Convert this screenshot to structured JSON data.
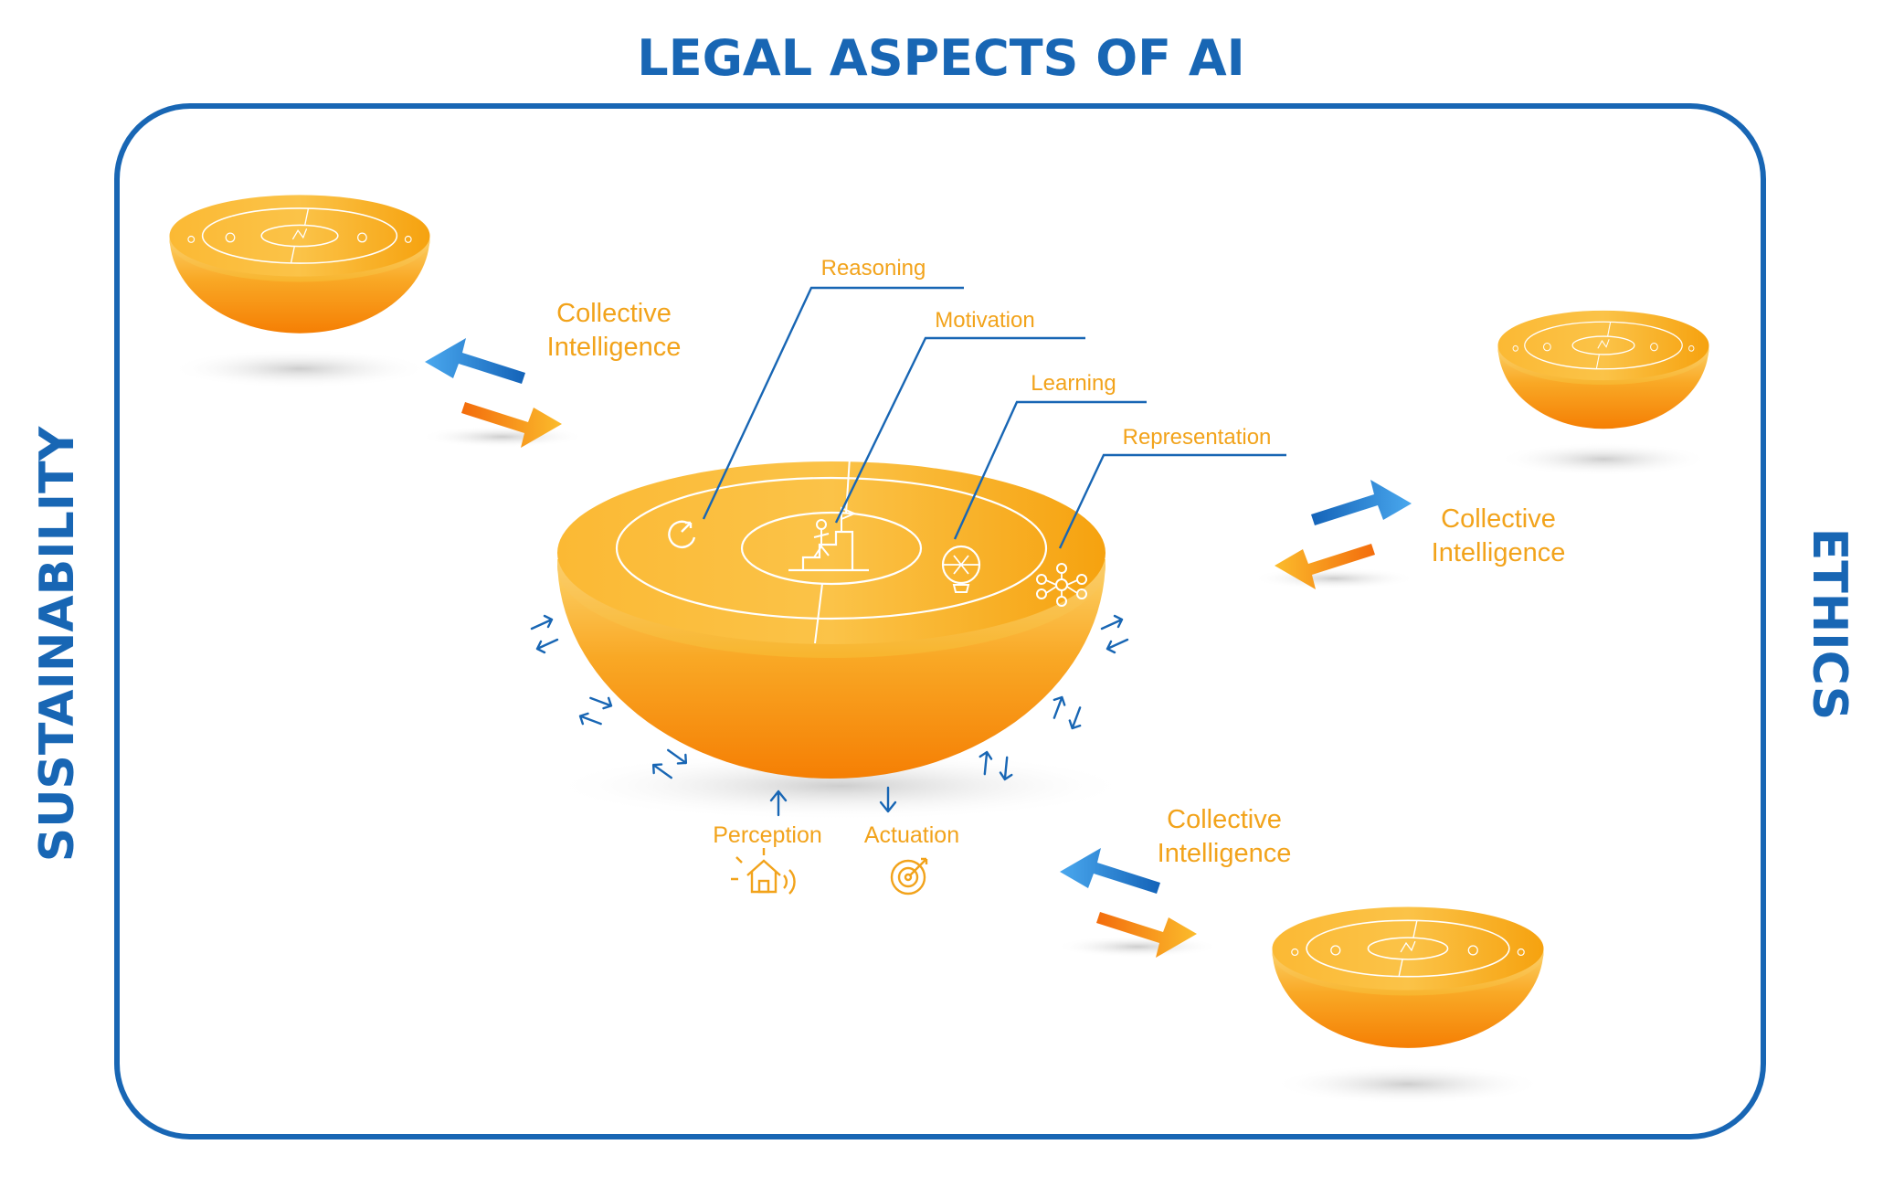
{
  "title": "LEGAL ASPECTS OF AI",
  "left_label": "SUSTAINABILITY",
  "right_label": "ETHICS",
  "collective": {
    "line1": "Collective",
    "line2": "Intelligence"
  },
  "components": {
    "reasoning": "Reasoning",
    "motivation": "Motivation",
    "learning": "Learning",
    "representation": "Representation",
    "perception": "Perception",
    "actuation": "Actuation"
  },
  "colors": {
    "blue": "#1866b4",
    "orange": "#f2a31b",
    "orange_dark": "#f58a07"
  }
}
